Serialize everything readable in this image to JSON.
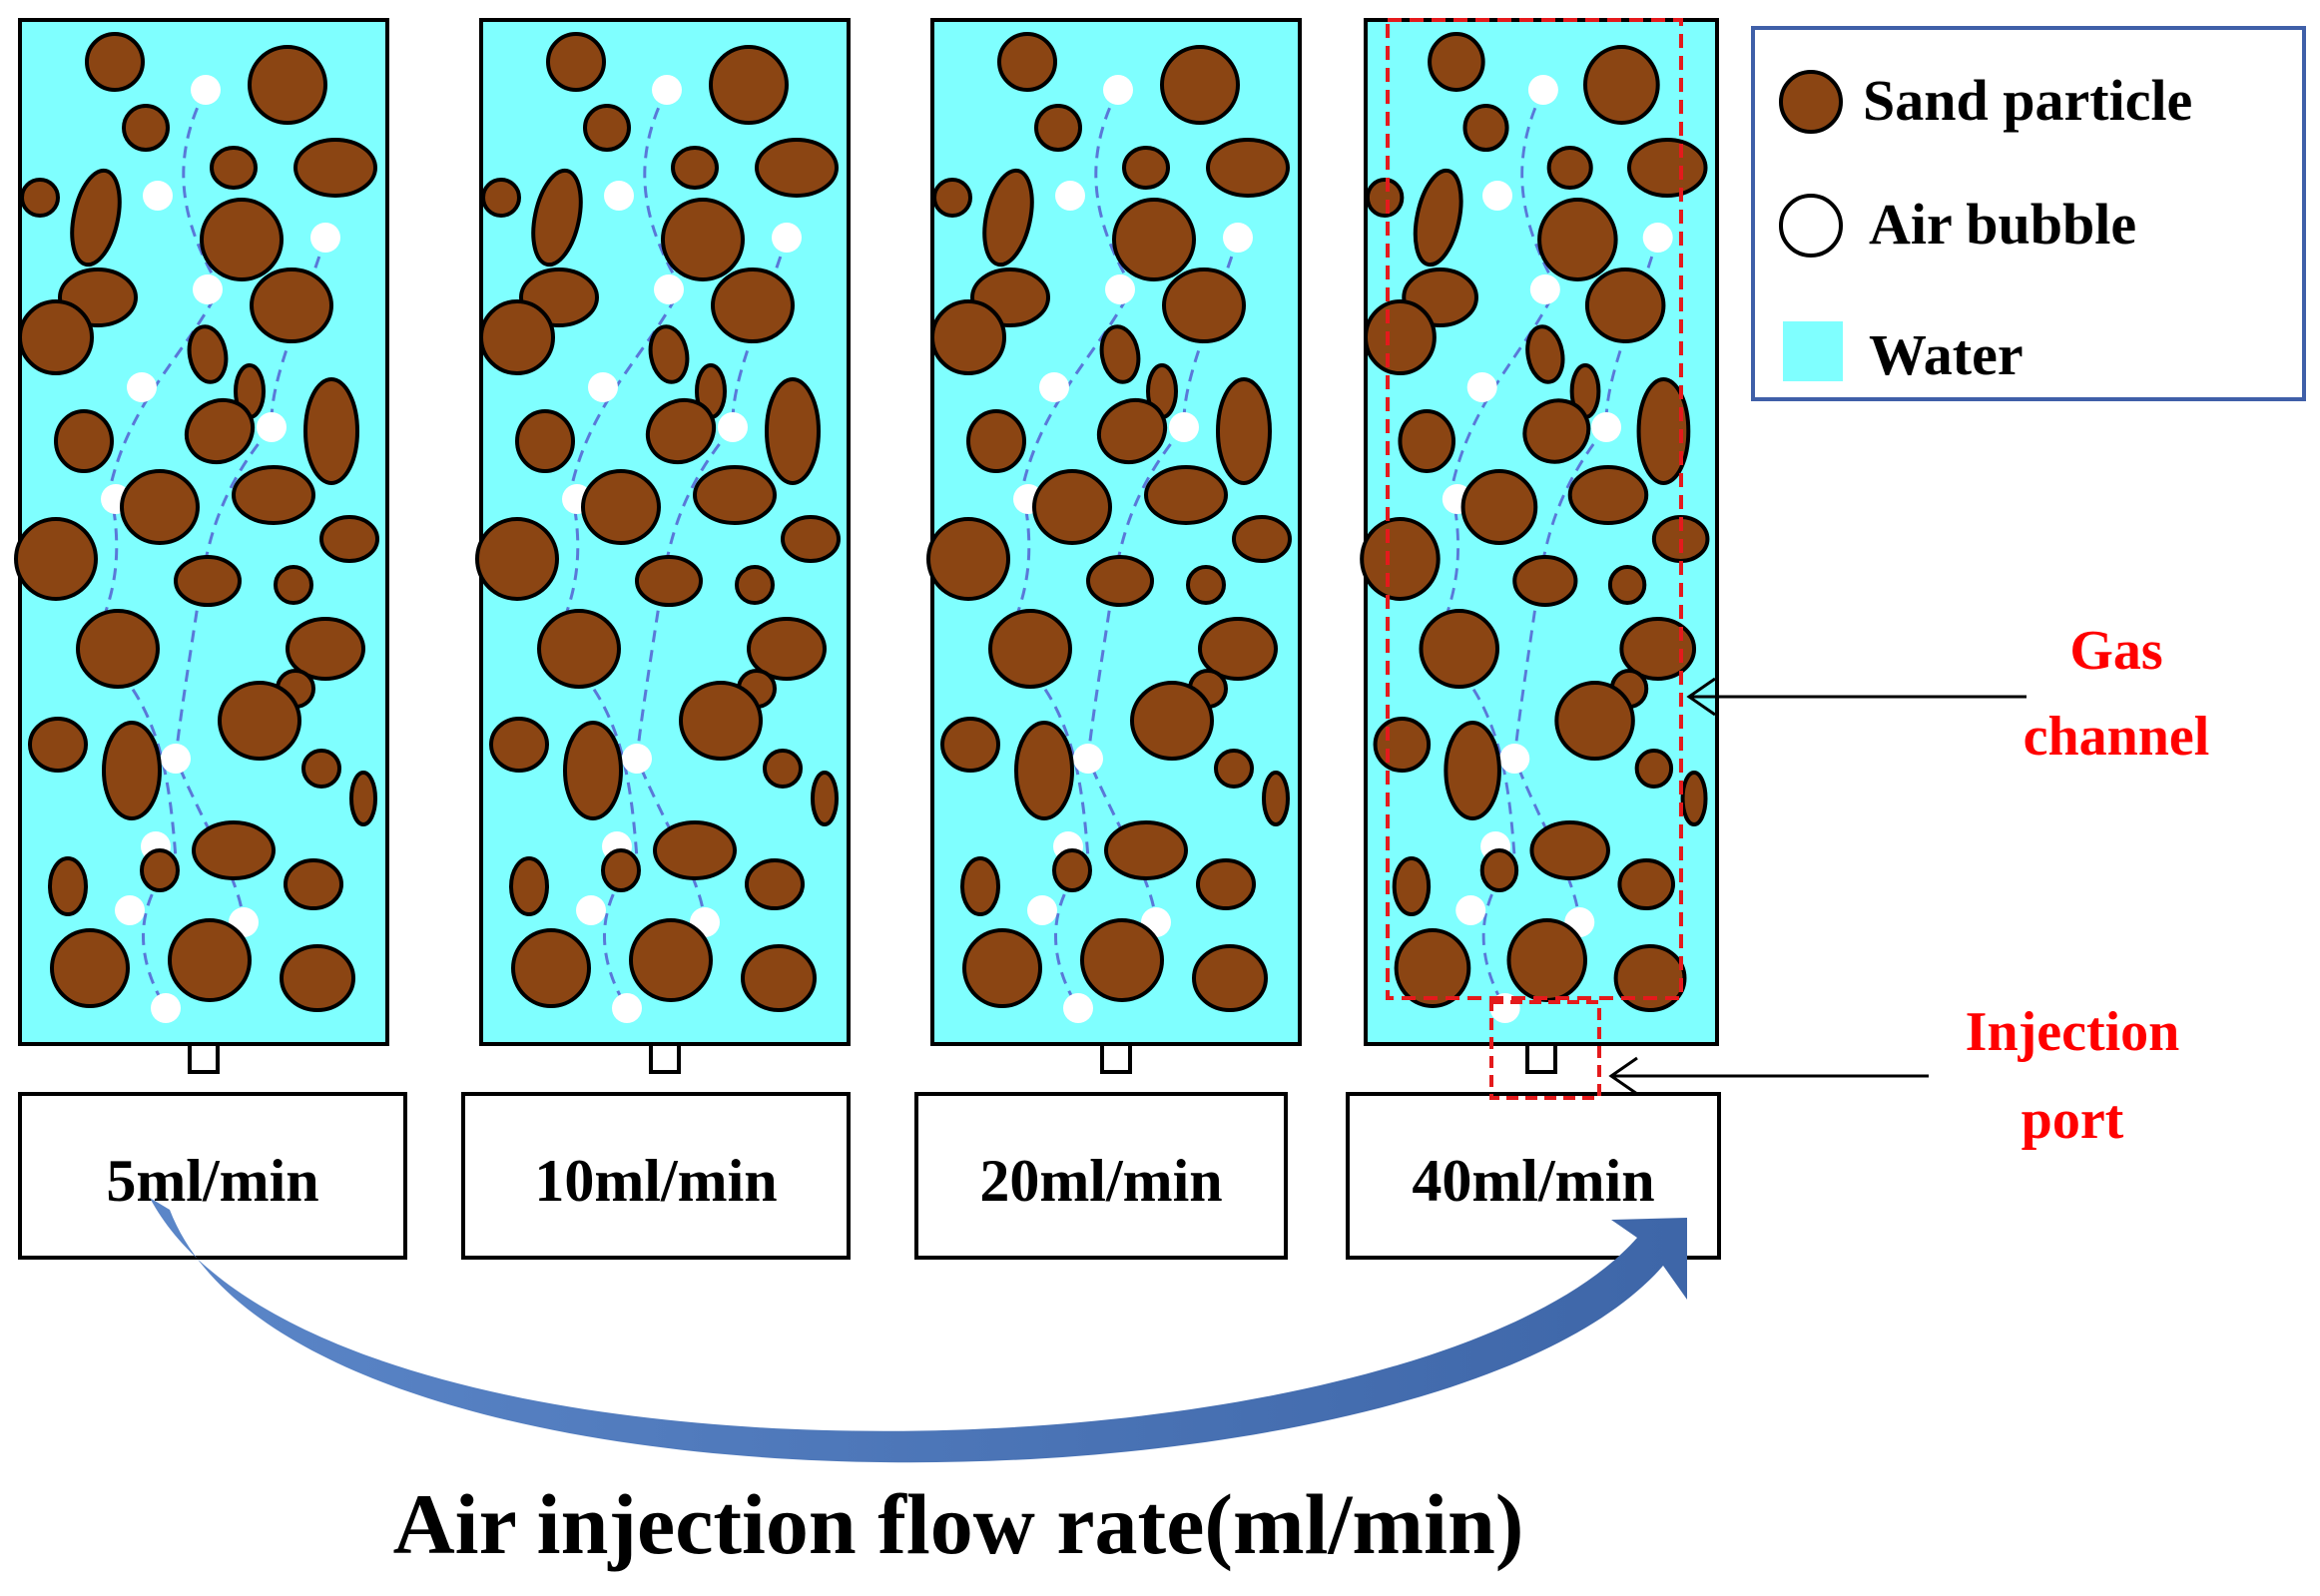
{
  "legend": {
    "items": [
      {
        "key": "sand",
        "label": "Sand particle",
        "color": "#8B4513"
      },
      {
        "key": "bubble",
        "label": "Air bubble",
        "color": "#ffffff"
      },
      {
        "key": "water",
        "label": "Water",
        "color": "#7FFFFF"
      }
    ],
    "border_color": "#3F5FA8"
  },
  "columns": [
    {
      "flow_label": "5ml/min"
    },
    {
      "flow_label": "10ml/min"
    },
    {
      "flow_label": "20ml/min"
    },
    {
      "flow_label": "40ml/min"
    }
  ],
  "annotations": {
    "gas_channel": "Gas channel",
    "injection_port": "Injection port",
    "color": "#FF0000"
  },
  "axis_title": "Air injection flow rate(ml/min)",
  "colors": {
    "water": "#7FFFFF",
    "sand": "#8B4513",
    "bubble": "#ffffff",
    "channel_path": "#5A78D8",
    "arrow": "#4A70B0"
  }
}
